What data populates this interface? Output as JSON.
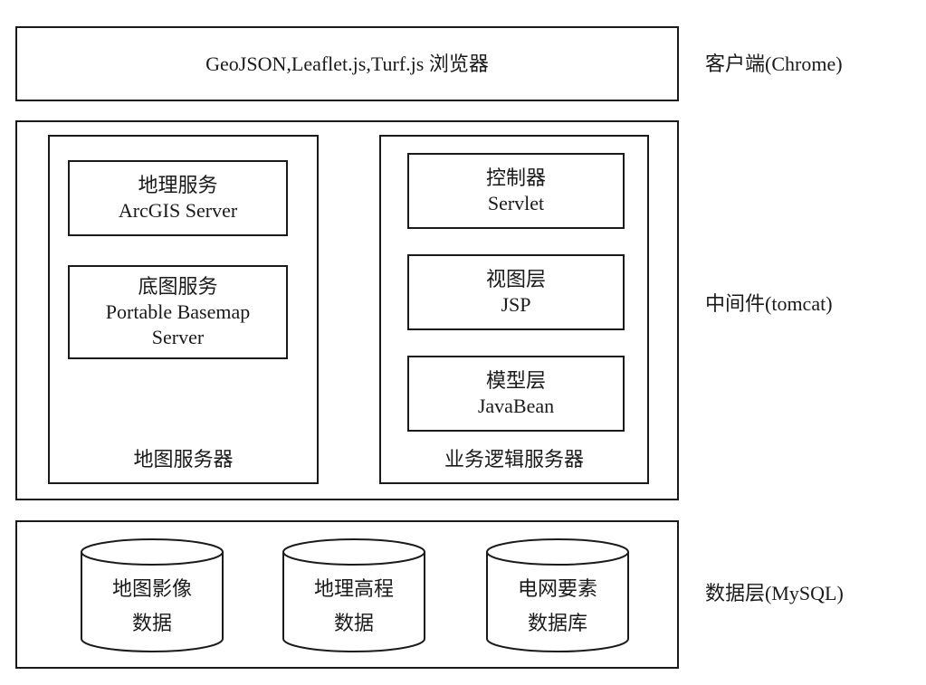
{
  "client": {
    "content": "GeoJSON,Leaflet.js,Turf.js 浏览器",
    "layer_label": "客户端(Chrome)"
  },
  "middleware": {
    "layer_label": "中间件(tomcat)",
    "map_server": {
      "title": "地图服务器",
      "geo_service": {
        "line1": "地理服务",
        "line2": "ArcGIS Server"
      },
      "basemap_service": {
        "line1": "底图服务",
        "line2": "Portable Basemap",
        "line3": "Server"
      }
    },
    "logic_server": {
      "title": "业务逻辑服务器",
      "controller": {
        "line1": "控制器",
        "line2": "Servlet"
      },
      "view": {
        "line1": "视图层",
        "line2": "JSP"
      },
      "model": {
        "line1": "模型层",
        "line2": "JavaBean"
      }
    }
  },
  "data": {
    "layer_label": "数据层(MySQL)",
    "databases": [
      {
        "line1": "地图影像",
        "line2": "数据"
      },
      {
        "line1": "地理高程",
        "line2": "数据"
      },
      {
        "line1": "电网要素",
        "line2": "数据库"
      }
    ]
  }
}
